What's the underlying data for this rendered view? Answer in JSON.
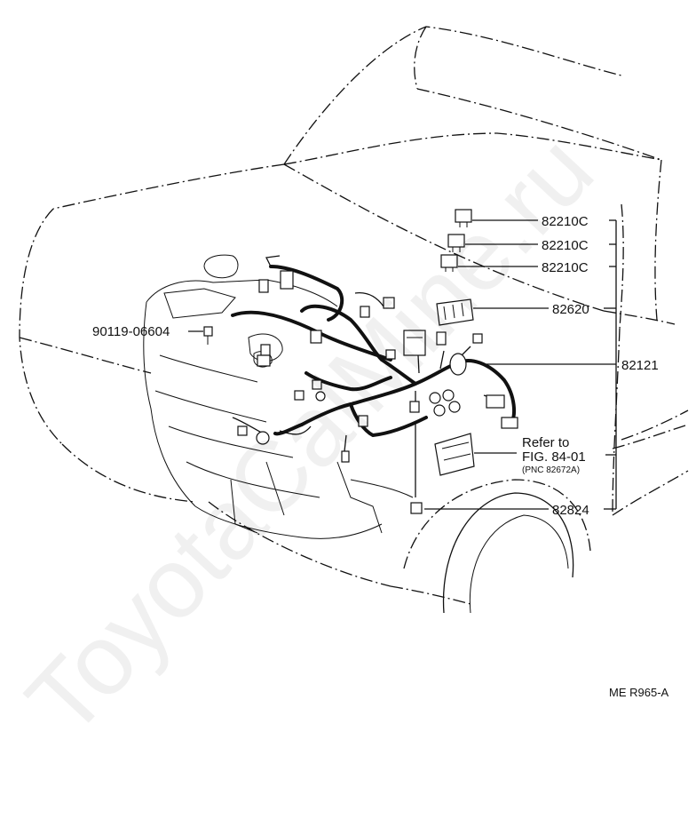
{
  "callouts": {
    "relay_1": "82210C",
    "relay_2": "82210C",
    "relay_3": "82210C",
    "relay_block": "82620",
    "harness": "82121",
    "refer_line1": "Refer to",
    "refer_line2": "FIG. 84-01",
    "refer_line3": "(PNC 82672A)",
    "clamp": "82824",
    "bolt": "90119-06604"
  },
  "diagram_code": "ME R965-A",
  "watermark": "ToyotaCalMine.ru",
  "line_color": "#111111",
  "background": "#ffffff"
}
